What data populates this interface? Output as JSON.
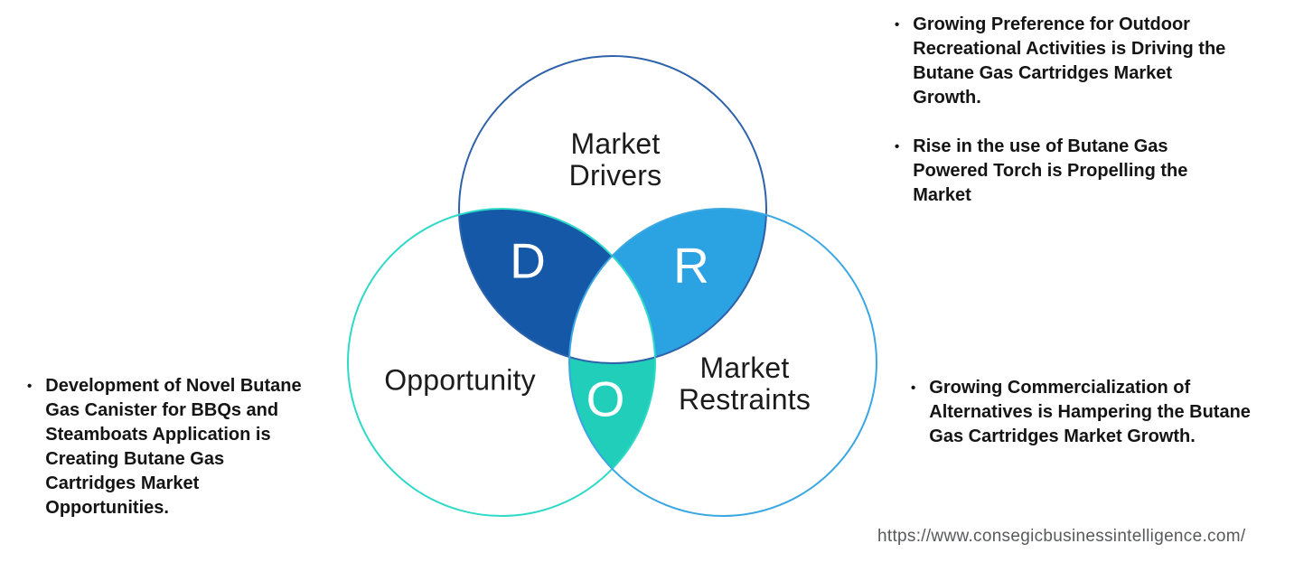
{
  "venn": {
    "circles": {
      "drivers": {
        "label": "Market\nDrivers",
        "stroke": "#2D62AA"
      },
      "opportunity": {
        "label": "Opportunity",
        "stroke": "#2ED9C8"
      },
      "restraints": {
        "label": "Market\nRestraints",
        "stroke": "#3AA7E2"
      }
    },
    "intersections": {
      "d": {
        "letter": "D",
        "fill": "#1658A8"
      },
      "r": {
        "letter": "R",
        "fill": "#2BA3E3"
      },
      "o": {
        "letter": "O",
        "fill": "#20CEB9"
      }
    }
  },
  "annotations": {
    "drivers": {
      "items": [
        "Growing Preference for Outdoor\nRecreational Activities is Driving the\nButane Gas Cartridges Market\nGrowth.",
        "Rise in the use of Butane Gas\nPowered Torch is Propelling the\nMarket"
      ]
    },
    "opportunity": {
      "items": [
        "Development of Novel Butane\nGas Canister for BBQs and\nSteamboats Application is\nCreating Butane Gas\nCartridges Market\nOpportunities."
      ]
    },
    "restraints": {
      "items": [
        "Growing Commercialization of\nAlternatives is Hampering the Butane\nGas Cartridges Market Growth."
      ]
    }
  },
  "footer": {
    "url": "https://www.consegicbusinessintelligence.com/"
  },
  "ui": {
    "bullet_char": "•"
  }
}
